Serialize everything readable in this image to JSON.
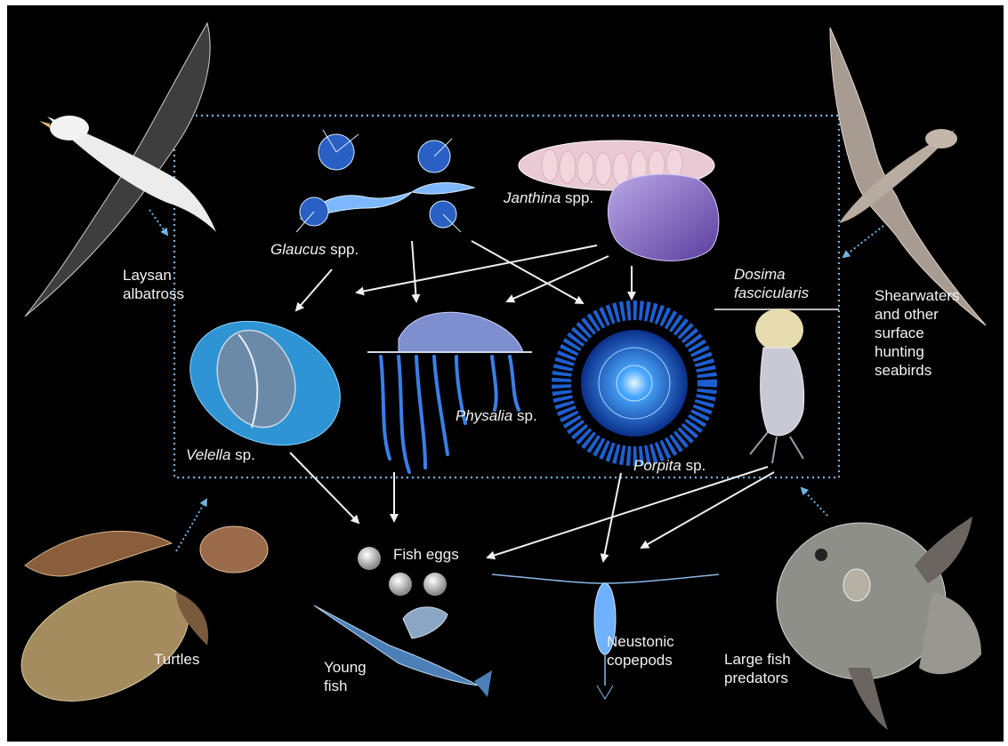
{
  "colors": {
    "background": "#000000",
    "text": "#f2f2f2",
    "neuston_box": "#6fb6e6",
    "arrow": "#f0f0f0",
    "predator_arrow": "#6fb6e6"
  },
  "organisms": {
    "glaucus": {
      "genus": "Glaucus",
      "suffix": " spp.",
      "icon": "glaucus-sea-slug"
    },
    "janthina": {
      "genus": "Janthina",
      "suffix": " spp.",
      "icon": "janthina-snail"
    },
    "dosima": {
      "line1": "Dosima",
      "line2": "fascicularis",
      "icon": "goose-barnacle"
    },
    "velella": {
      "genus": "Velella",
      "suffix": " sp.",
      "icon": "velella"
    },
    "physalia": {
      "genus": "Physalia",
      "suffix": " sp.",
      "icon": "physalia-man-o-war"
    },
    "porpita": {
      "genus": "Porpita",
      "suffix": " sp.",
      "icon": "porpita"
    },
    "fish_eggs": {
      "label": "Fish eggs",
      "icon": "fish-eggs"
    },
    "young_fish": {
      "line1": "Young",
      "line2": "fish",
      "icon": "young-fish"
    },
    "copepods": {
      "line1": "Neustonic",
      "line2": "copepods",
      "icon": "copepod"
    }
  },
  "predators": {
    "albatross": {
      "line1": "Laysan",
      "line2": "albatross",
      "icon": "albatross"
    },
    "shearwaters": {
      "lines": [
        "Shearwaters",
        "and other",
        "surface",
        "hunting",
        "seabirds"
      ],
      "icon": "shearwater"
    },
    "turtles": {
      "label": "Turtles",
      "icon": "sea-turtle"
    },
    "large_fish": {
      "line1": "Large fish",
      "line2": "predators",
      "icon": "sunfish"
    }
  }
}
